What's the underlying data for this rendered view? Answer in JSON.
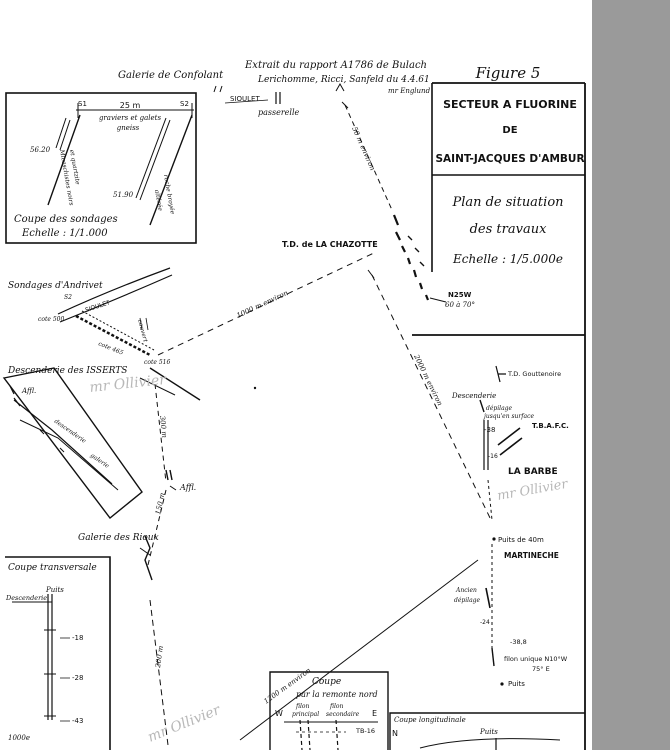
{
  "header": {
    "figure": "Figure 5",
    "source_line1": "Extrait du rapport A1786 de Bulach",
    "source_line2": "Lerichomme, Ricci, Sanfeld du 4.4.61",
    "source_line3": "mr Englund"
  },
  "title_box": {
    "line1": "SECTEUR A FLUORINE",
    "line2": "DE",
    "line3": "SAINT-JACQUES D'AMBUR",
    "subtitle1": "Plan de situation",
    "subtitle2": "des travaux",
    "scale": "Echelle : 1/5.000e"
  },
  "sondage_inset": {
    "title1": "Coupe des sondages",
    "title2": "Echelle : 1/1.000",
    "s1": "S1",
    "s2": "S2",
    "distance": "25 m",
    "note1": "graviers et galets",
    "note2": "gneiss",
    "depth_left": "56.20",
    "depth_right": "51.90",
    "vlabel_left": "Micaschistes noirs",
    "vlabel_left2": "et quartzite",
    "vlabel_right": "roche broyée",
    "vlabel_right2": "altérée"
  },
  "labels": {
    "galerie_confolant": "Galerie de Confolant",
    "sioulet_top": "SIOULET",
    "passerelle": "passerelle",
    "dist_50m": "50 m environ",
    "td_chazotte": "T.D. de LA CHAZOTTE",
    "n25w": "N25W",
    "n25w_dip": "60 à 70°",
    "sondages_andrivet": "Sondages d'Andrivet",
    "s2_small": "S2",
    "cote_500": "cote 500",
    "sioulet_mid": "SIOULET",
    "couvert": "couvert",
    "cote_465": "cote 465",
    "cote_516": "cote 516",
    "dist_1000m": "1000 m environ",
    "descenderie_isserts": "Descenderie des ISSERTS",
    "affl_left": "Affl.",
    "descenderie_small": "descenderie",
    "galerie_small": "galerie",
    "dist_300m": "300 m",
    "affl_mid": "Affl.",
    "galerie_rioux": "Galerie des Rioux",
    "dist_150m": "150 m",
    "dist_200m": "200 m",
    "dist_2000m": "2000 m environ",
    "dist_1200m": "1200 m environ",
    "td_gouttenoire": "T.D. Gouttenoire",
    "descenderie_right": "Descenderie",
    "depilage": "dépilage",
    "jusqu_surface": "jusqu'en surface",
    "tbafc": "T.B.A.F.C.",
    "m38": "-38",
    "m16": "-16",
    "la_barbe": "LA BARBE",
    "puits_40m": "Puits de 40m",
    "martineche": "MARTINECHE",
    "ancien_depilage1": "Ancien",
    "ancien_depilage2": "dépilage",
    "m24": "-24",
    "m388": "-38,8",
    "filon_unique": "filon unique N10°W",
    "filon_dip": "75° E",
    "puits_bottom": "Puits"
  },
  "coupe_transversale": {
    "title": "Coupe transversale",
    "puits": "Puits",
    "descenderie": "Descenderie",
    "d1": "-18",
    "d2": "-28",
    "d3": "-43",
    "scale": "1000e"
  },
  "coupe_remonte": {
    "title1": "Coupe",
    "title2": "par la remonte nord",
    "w": "W",
    "e": "E",
    "filon_principal1": "filon",
    "filon_principal2": "principal",
    "filon_secondaire1": "filon",
    "filon_secondaire2": "secondaire",
    "tb": "TB-16"
  },
  "coupe_longitudinale": {
    "title": "Coupe longitudinale",
    "n": "N",
    "puits": "Puits"
  },
  "pencil_notes": {
    "mid": "mr Ollivier",
    "right": "mr Ollivier",
    "bottom": "mr Ollivier"
  }
}
